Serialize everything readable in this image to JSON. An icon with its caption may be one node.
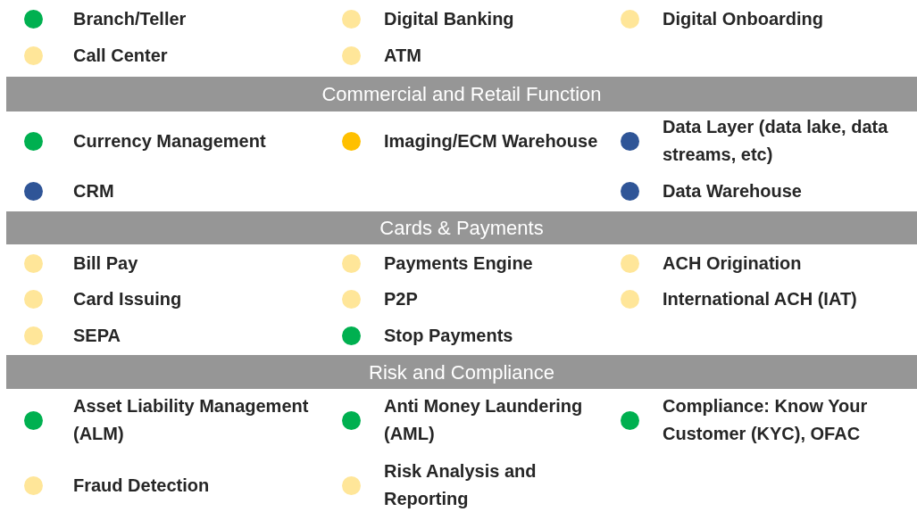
{
  "diagram": {
    "nodes": [
      {
        "text": [
          "Branch/Teller"
        ]
      },
      {
        "text": [
          "Digital Banking"
        ]
      },
      {
        "text": [
          "Digital Onboarding"
        ]
      },
      {
        "text": [
          "Call Center"
        ]
      },
      {
        "text": [
          "ATM"
        ]
      },
      {
        "text": [
          "Commercial and Retail Function"
        ]
      },
      {
        "text": [
          "Currency Management"
        ]
      },
      {
        "text": [
          "Imaging/ECM Warehouse"
        ]
      },
      {
        "text": [
          "Data Layer (data lake, data streams, etc)"
        ]
      },
      {
        "text": [
          "CRM"
        ]
      },
      {
        "text": [
          "Data Warehouse"
        ]
      },
      {
        "text": [
          "Cards & Payments"
        ]
      },
      {
        "text": [
          "Bill Pay"
        ]
      },
      {
        "text": [
          "Payments Engine"
        ]
      },
      {
        "text": [
          "ACH Origination"
        ]
      },
      {
        "text": [
          "Card Issuing"
        ]
      },
      {
        "text": [
          "P2P"
        ]
      },
      {
        "text": [
          "International ACH (IAT)"
        ]
      },
      {
        "text": [
          "SEPA"
        ]
      },
      {
        "text": [
          "Stop Payments"
        ]
      },
      {
        "text": [
          "Risk and Compliance"
        ]
      },
      {
        "text": [
          "Asset Liability Management (ALM)"
        ]
      },
      {
        "text": [
          "Anti Money Laundering (AML)"
        ]
      },
      {
        "text": [
          "Compliance: Know Your Customer (KYC), OFAC"
        ]
      },
      {
        "text": [
          "Fraud Detection"
        ]
      },
      {
        "text": [
          "Risk Analysis and Reporting"
        ]
      }
    ]
  }
}
